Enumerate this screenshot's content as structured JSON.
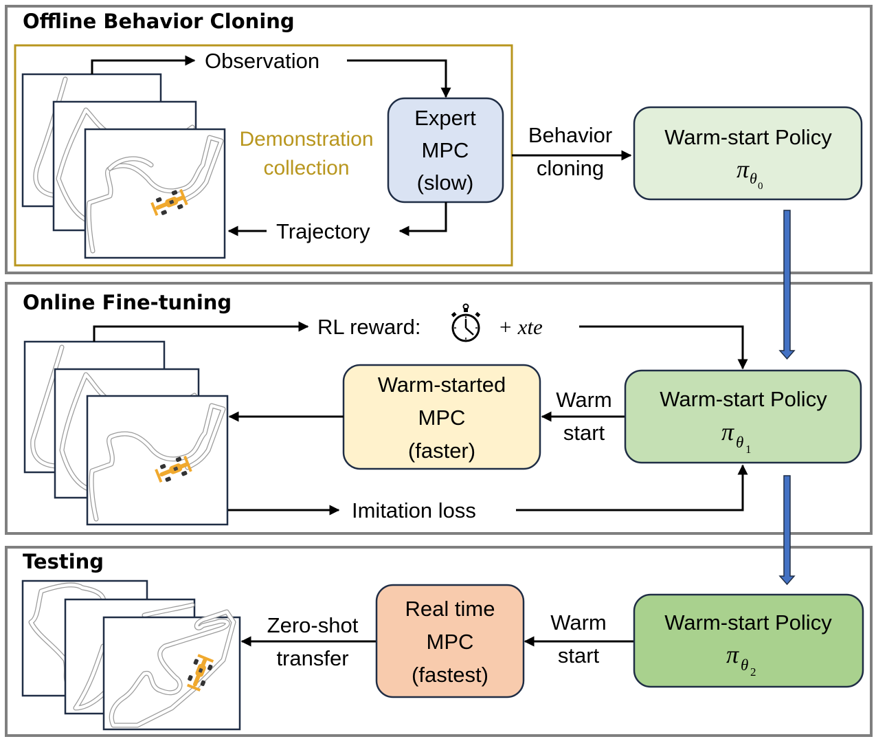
{
  "panels": {
    "offline": {
      "title": "Offline Behavior Cloning",
      "observation_label": "Observation",
      "demo_label_line1": "Demonstration",
      "demo_label_line2": "collection",
      "trajectory_label": "Trajectory",
      "expert_box": {
        "line1": "Expert",
        "line2": "MPC",
        "line3": "(slow)"
      },
      "bc_label_line1": "Behavior",
      "bc_label_line2": "cloning",
      "policy_box": {
        "title": "Warm-start Policy",
        "symbol": "π",
        "param": "θ",
        "subscript": "0"
      }
    },
    "online": {
      "title": "Online Fine-tuning",
      "reward_label": "RL reward:",
      "reward_icon": "stopwatch-icon",
      "reward_term": "+ xte",
      "mpc_box": {
        "line1": "Warm-started",
        "line2": "MPC",
        "line3": "(faster)"
      },
      "warm_label_line1": "Warm",
      "warm_label_line2": "start",
      "imitation_label": "Imitation loss",
      "policy_box": {
        "title": "Warm-start Policy",
        "symbol": "π",
        "param": "θ",
        "subscript": "1"
      }
    },
    "testing": {
      "title": "Testing",
      "zero_shot_line1": "Zero-shot",
      "zero_shot_line2": "transfer",
      "mpc_box": {
        "line1": "Real time",
        "line2": "MPC",
        "line3": "(fastest)"
      },
      "warm_label_line1": "Warm",
      "warm_label_line2": "start",
      "policy_box": {
        "title": "Warm-start Policy",
        "symbol": "π",
        "param": "θ",
        "subscript": "2"
      }
    }
  },
  "colors": {
    "panel_border": "#7f7f7f",
    "demo_border": "#b8961e",
    "expert_fill": "#dae3f3",
    "policy0_fill": "#e2efda",
    "policy1_fill": "#c5e0b4",
    "policy2_fill": "#a9d18e",
    "warm_mpc_fill": "#fff2cc",
    "realtime_mpc_fill": "#f8cbad",
    "transition_arrow": "#4472c4",
    "box_border": "#1f2d45",
    "car": "#f0a92e"
  }
}
